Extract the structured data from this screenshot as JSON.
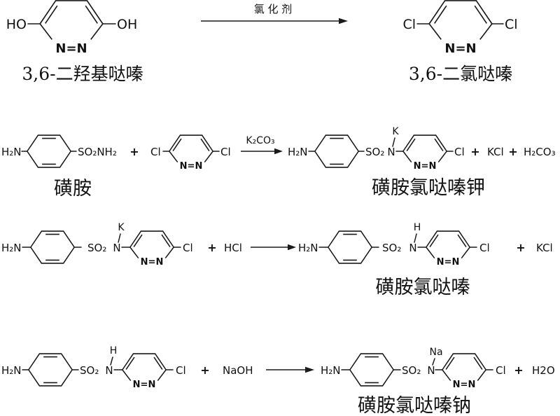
{
  "page": {
    "background": "#ffffff",
    "ink": "#1a1a1a"
  },
  "labels": {
    "dihydroxypyridazine": "3,6-二羟基哒嗪",
    "dichloropyridazine": "3,6-二氯哒嗪",
    "sulfanilamide": "磺胺",
    "sulfachloropyridazine_potassium": "磺胺氯哒嗪钾",
    "sulfachloropyridazine": "磺胺氯哒嗪",
    "sulfachloropyridazine_sodium": "磺胺氯哒嗪钠"
  },
  "reagents": {
    "chlorinating_agent": "氯 化 剂",
    "k2co3": "K₂CO₃",
    "hcl": "HCl",
    "naoh": "NaOH"
  },
  "byproducts": {
    "kcl": "KCl",
    "h2co3": "H₂CO₃",
    "h2o": "H2O"
  },
  "atoms": {
    "ho": "HO",
    "oh": "OH",
    "cl": "Cl",
    "n_double_n": "N=N",
    "h2n": "H₂N",
    "so2nh2": "SO₂NH₂",
    "so2": "SO₂",
    "n": "N",
    "k": "K",
    "h": "H",
    "na": "Na",
    "plus": "+"
  }
}
